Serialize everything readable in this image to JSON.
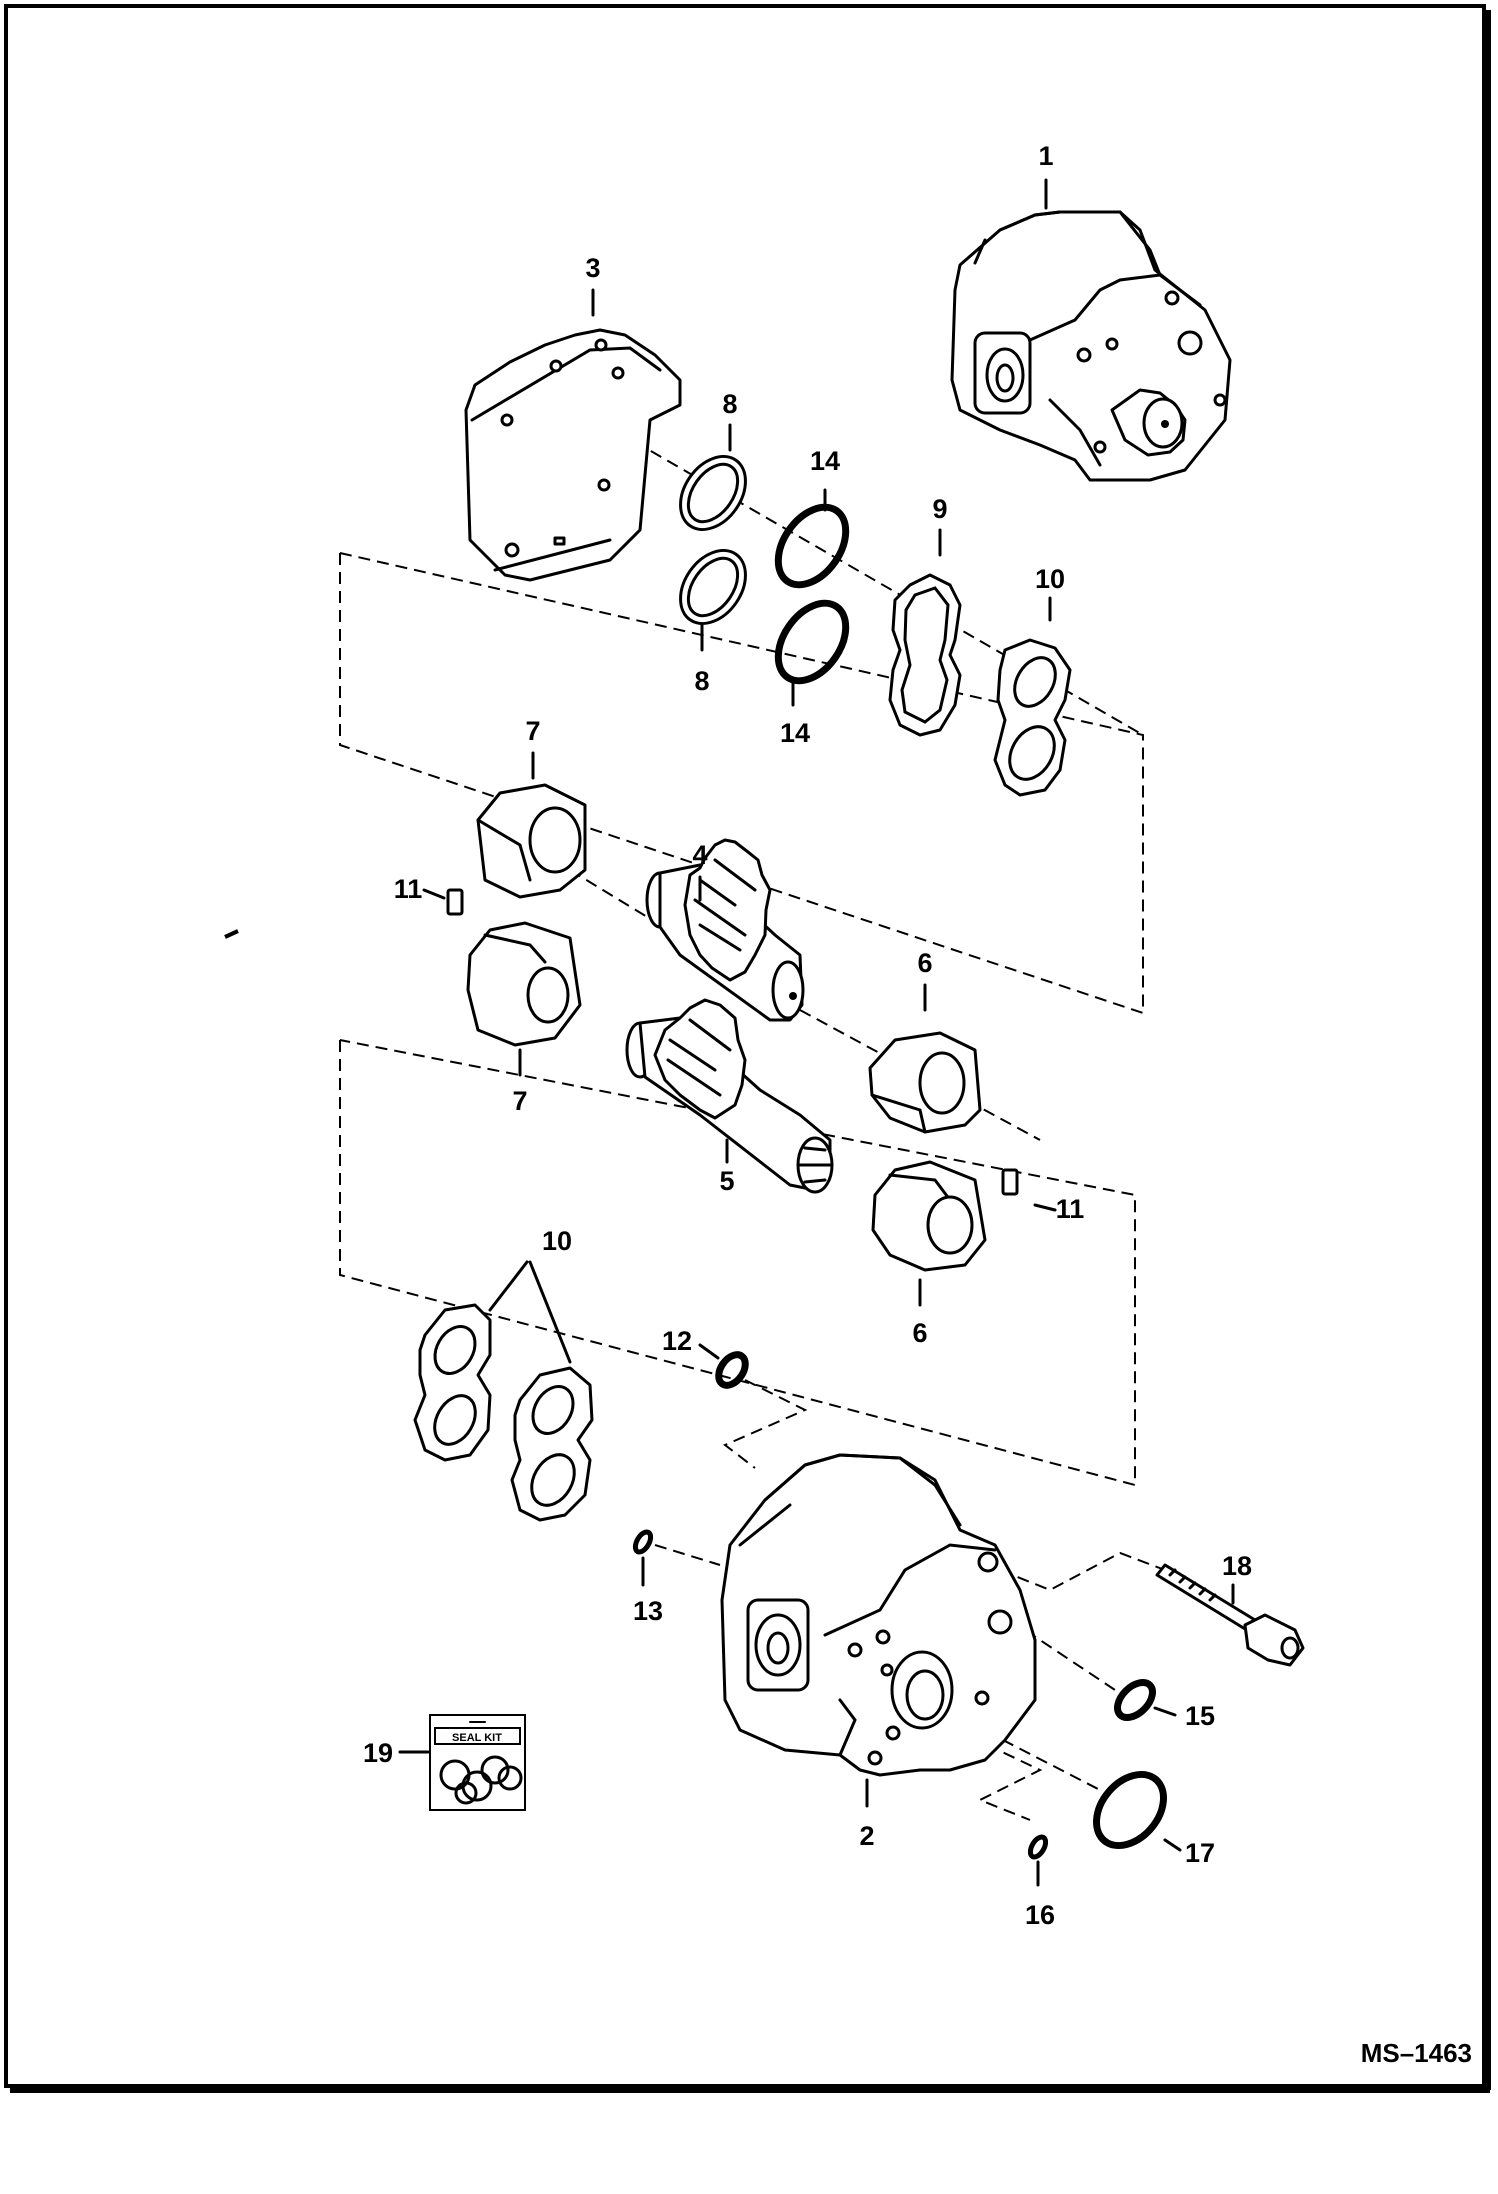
{
  "diagram": {
    "drawing_id": "MS–1463",
    "seal_kit_label": "SEAL KIT",
    "callouts": {
      "c1": "1",
      "c2": "2",
      "c3": "3",
      "c4": "4",
      "c5": "5",
      "c6a": "6",
      "c6b": "6",
      "c7a": "7",
      "c7b": "7",
      "c8a": "8",
      "c8b": "8",
      "c9": "9",
      "c10a": "10",
      "c10b": "10",
      "c11a": "11",
      "c11b": "11",
      "c12": "12",
      "c13": "13",
      "c14a": "14",
      "c14b": "14",
      "c15": "15",
      "c16": "16",
      "c17": "17",
      "c18": "18",
      "c19": "19"
    }
  }
}
